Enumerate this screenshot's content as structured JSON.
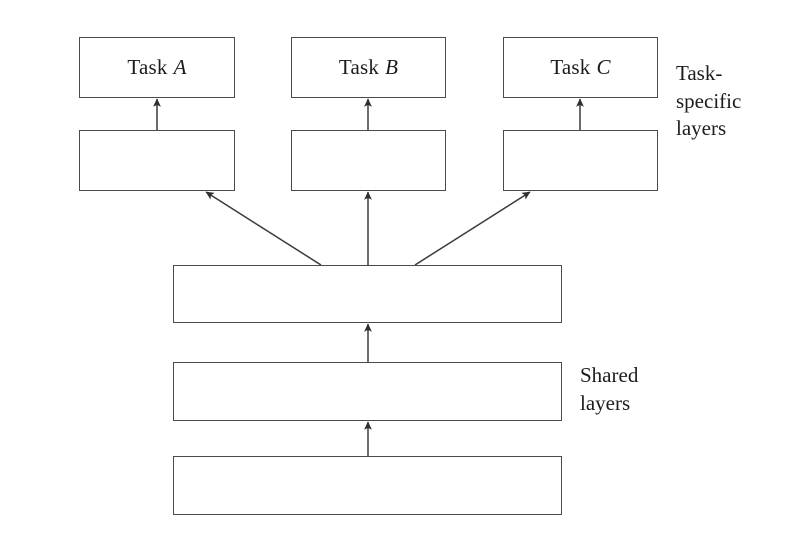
{
  "figure": {
    "type": "diagram",
    "title": "Multi-task learning architecture with shared and task-specific layers",
    "background_color": "#ffffff",
    "stroke_color": "#4a4a4a",
    "text_color": "#1c1c1c"
  },
  "task_boxes": [
    {
      "prefix": "Task",
      "variable": "A",
      "full_label": "Task A"
    },
    {
      "prefix": "Task",
      "variable": "B",
      "full_label": "Task B"
    },
    {
      "prefix": "Task",
      "variable": "C",
      "full_label": "Task C"
    }
  ],
  "task_specific_layers": [
    {
      "label": ""
    },
    {
      "label": ""
    },
    {
      "label": ""
    }
  ],
  "shared_layers": [
    {
      "label": ""
    },
    {
      "label": ""
    },
    {
      "label": ""
    }
  ],
  "annotations": {
    "task_specific": "Task-\nspecific\nlayers",
    "shared": "Shared\nlayers"
  }
}
